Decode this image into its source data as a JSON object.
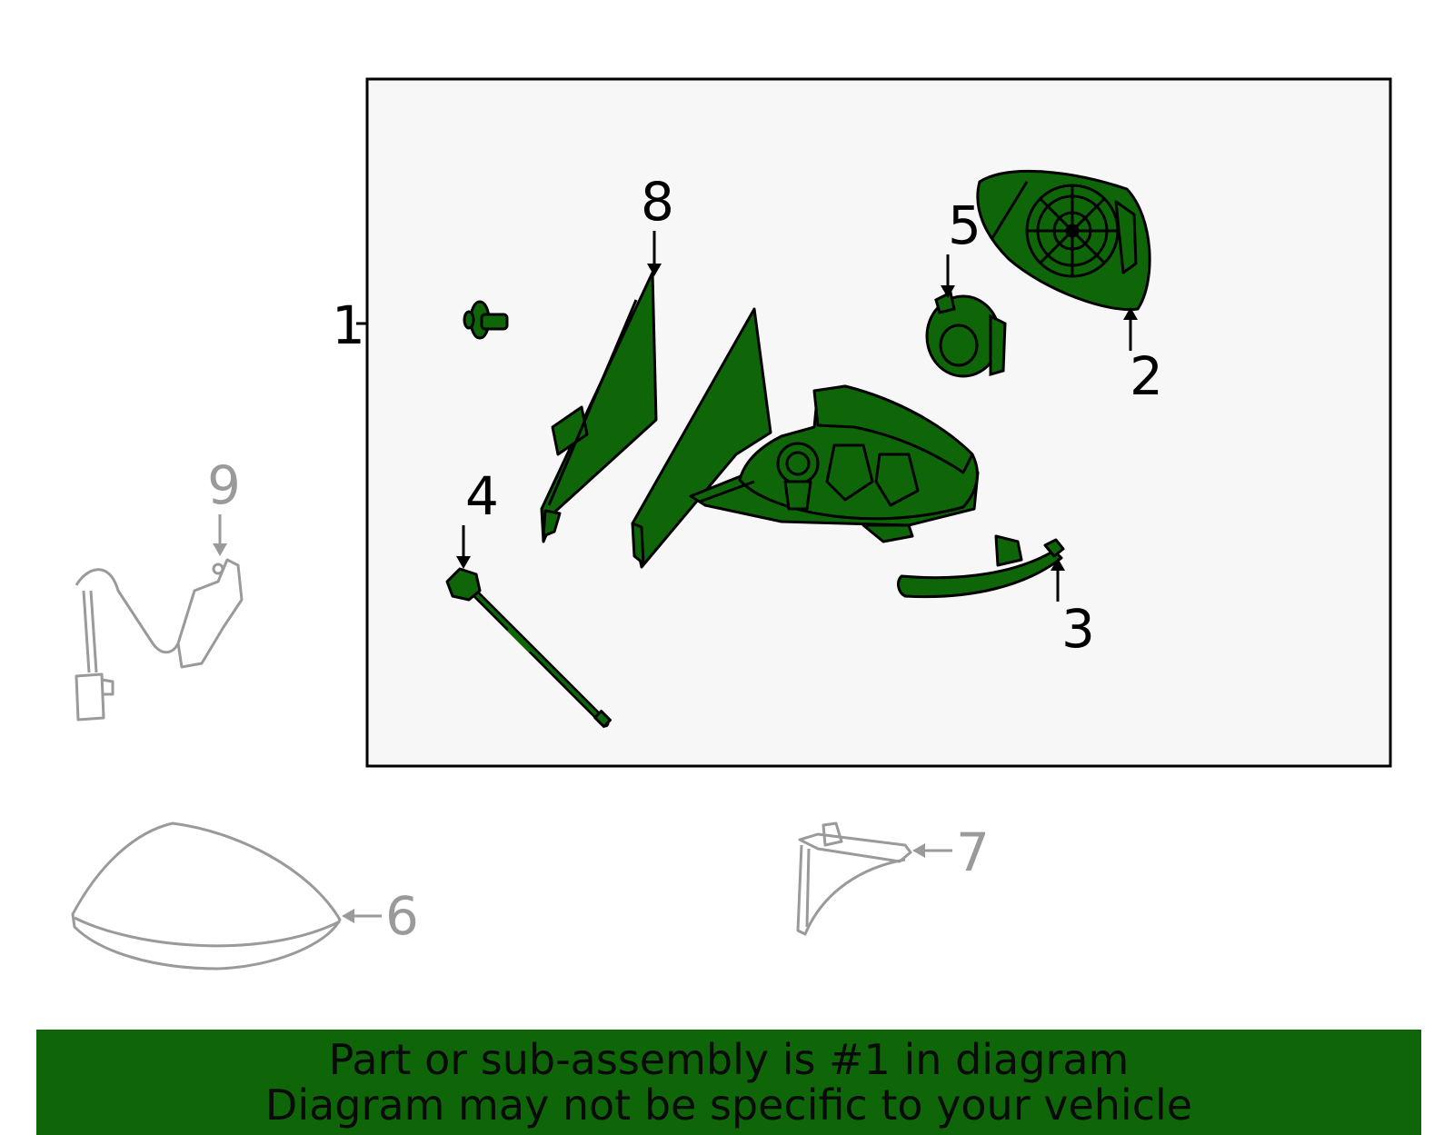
{
  "callouts": {
    "c1": "1",
    "c2": "2",
    "c3": "3",
    "c4": "4",
    "c5": "5",
    "c6": "6",
    "c7": "7",
    "c8": "8",
    "c9": "9"
  },
  "banner": {
    "line1": "Part or sub-assembly is #1 in diagram",
    "line2": "Diagram may not be specific to your vehicle"
  },
  "colors": {
    "highlight_part": "#0f6608",
    "inactive_part": "#9a9a9a",
    "assembly_box_fill": "#f7f7f7",
    "banner_background": "#0f6608"
  }
}
